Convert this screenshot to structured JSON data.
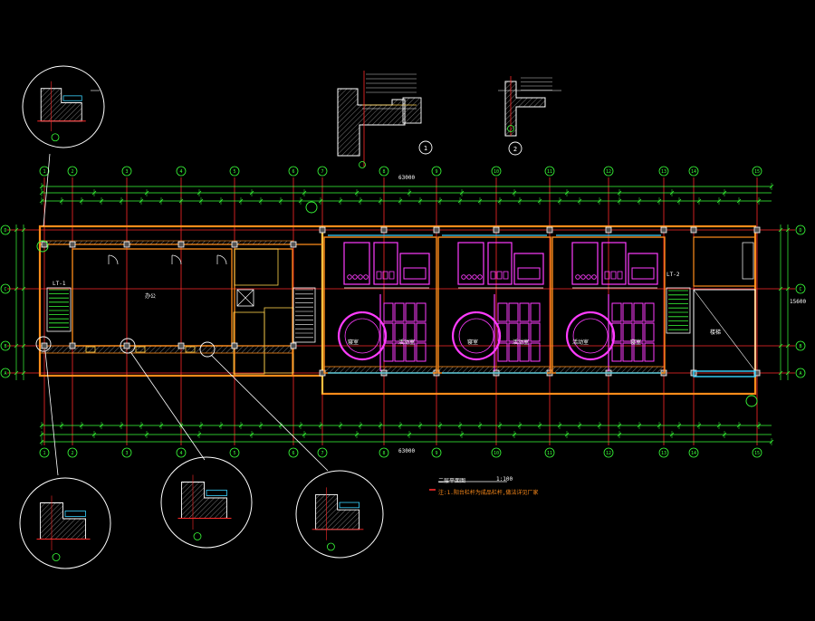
{
  "drawing": {
    "background": "#000000",
    "colors": {
      "axis": "#ff2a2a",
      "wall": "#ff8c1a",
      "wall_inner": "#ffd24d",
      "dim": "#39ff39",
      "fixture": "#ff3cff",
      "glass": "#39d3ff",
      "outline": "#ffffff",
      "hatch": "#c8c8c8"
    },
    "axes_top": [
      "1",
      "2",
      "3",
      "4",
      "5",
      "6",
      "7",
      "8",
      "9",
      "10",
      "11",
      "12",
      "13",
      "14",
      "15"
    ],
    "axes_side": [
      "D",
      "C",
      "B",
      "A"
    ],
    "detail_callouts": [
      "1",
      "2"
    ],
    "section_marks": [
      "1",
      "2",
      "3",
      "4"
    ],
    "stair_labels": [
      "LT-1",
      "LT-2"
    ],
    "room_labels": [
      "活动室",
      "活动室",
      "活动室",
      "寝室",
      "寝室",
      "寝室",
      "办公",
      "楼梯"
    ],
    "plan_title": "二层平面图",
    "plan_scale": "1:100",
    "plan_note": "注:1.阳台栏杆为成品栏杆,做法详见厂家",
    "overall_width": "63000",
    "overall_depth": "15600"
  }
}
